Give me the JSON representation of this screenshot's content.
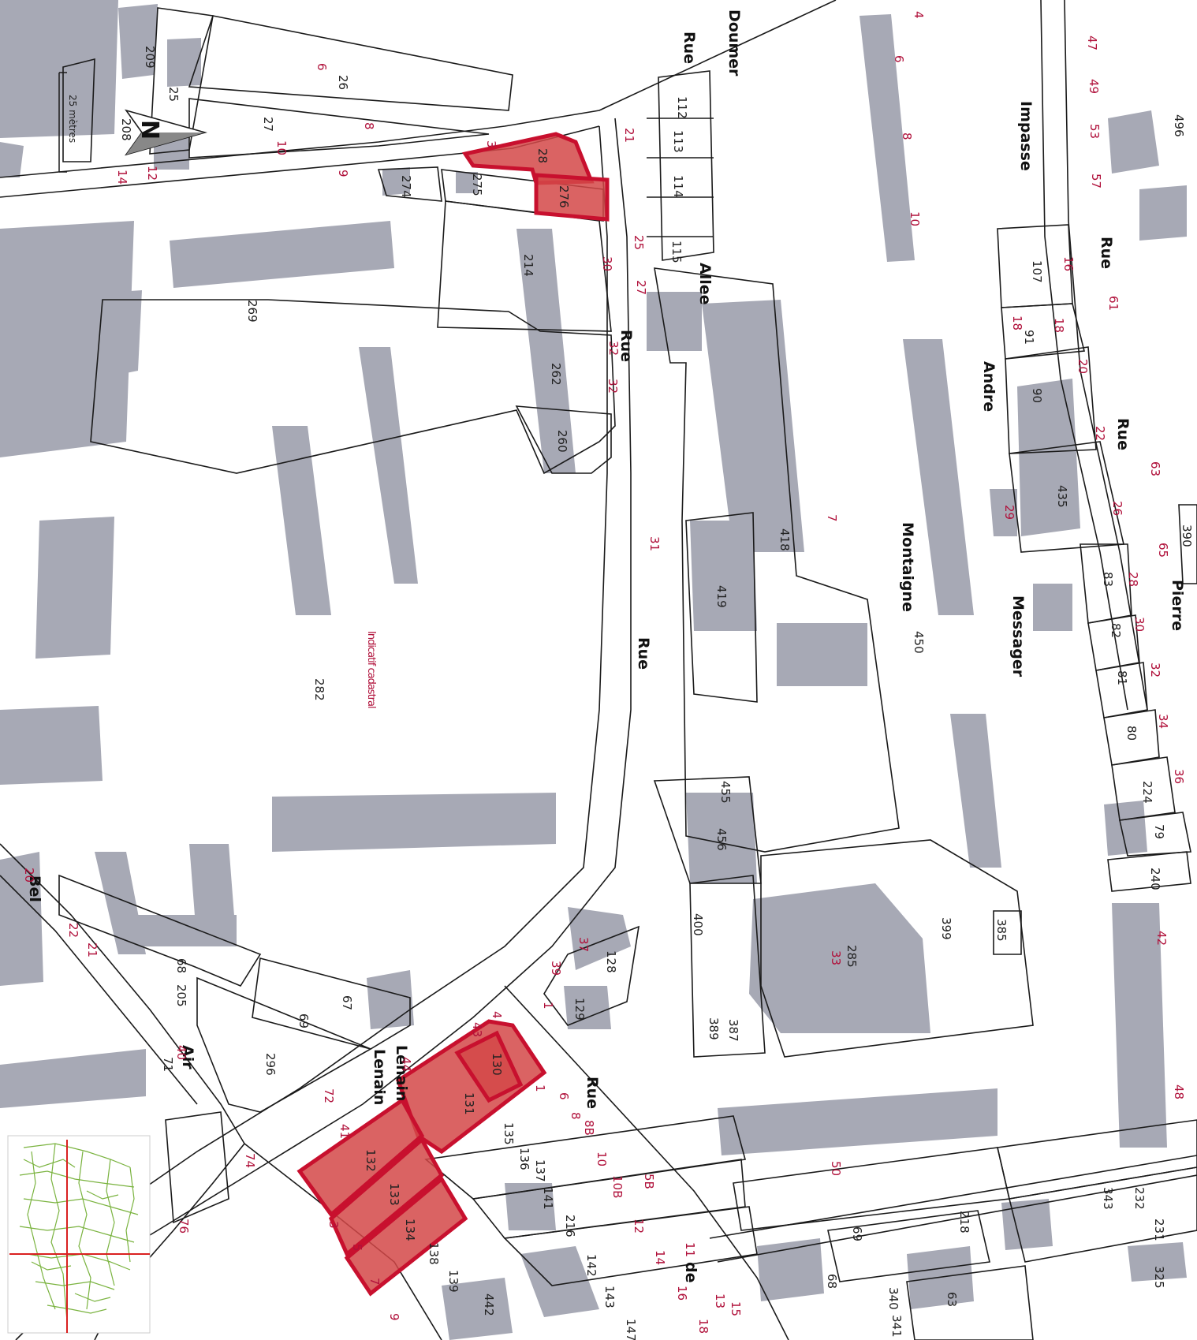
{
  "streets": {
    "doumer": "Doumer",
    "rue_top": "Rue",
    "rue_mid": "Rue",
    "rue_main": "Rue",
    "allee": "Allee",
    "montaigne": "Montaigne",
    "impasse": "Impasse",
    "rue_right": "Rue",
    "andre": "Andre",
    "rue_right2": "Rue",
    "messager": "Messager",
    "pierre": "Pierre",
    "bel": "Bel",
    "air": "Air",
    "lenain1": "Lenain",
    "lenain2": "Lenain",
    "rue_bottom": "Rue",
    "de": "de"
  },
  "parcels": [
    "209",
    "25",
    "26",
    "27",
    "208",
    "274",
    "275",
    "28",
    "276",
    "214",
    "269",
    "262",
    "260",
    "112",
    "113",
    "114",
    "115",
    "107",
    "91",
    "90",
    "435",
    "83",
    "82",
    "81",
    "80",
    "224",
    "79",
    "240",
    "418",
    "419",
    "450",
    "282",
    "455",
    "456",
    "400",
    "399",
    "385",
    "128",
    "129",
    "285",
    "389",
    "387",
    "390",
    "68",
    "205",
    "67",
    "69",
    "296",
    "71",
    "130",
    "131",
    "132",
    "133",
    "134",
    "135",
    "136",
    "137",
    "141",
    "216",
    "142",
    "143",
    "147",
    "138",
    "139",
    "442",
    "69",
    "218",
    "68",
    "340",
    "341",
    "63",
    "343",
    "232",
    "231",
    "325",
    "496"
  ],
  "house_numbers": [
    "6",
    "8",
    "10",
    "12",
    "14",
    "9",
    "3",
    "21",
    "25",
    "27",
    "30",
    "32",
    "32",
    "31",
    "4",
    "6",
    "8",
    "10",
    "47",
    "49",
    "53",
    "57",
    "61",
    "63",
    "65",
    "16",
    "18",
    "18",
    "20",
    "22",
    "26",
    "29",
    "28",
    "30",
    "32",
    "34",
    "36",
    "42",
    "48",
    "7",
    "33",
    "50",
    "37",
    "39",
    "1",
    "20",
    "22",
    "21",
    "40",
    "72",
    "74",
    "76",
    "4",
    "43",
    "6",
    "8",
    "8B",
    "10",
    "10B",
    "12",
    "14",
    "16",
    "18",
    "5B",
    "11",
    "13",
    "15",
    "41",
    "3",
    "5",
    "7",
    "9",
    "1",
    "44"
  ],
  "vertical_label": "Indicatif cadastral",
  "scale": {
    "label": "25 mètres"
  },
  "north": {
    "letter": "N"
  },
  "icons": [
    "north-arrow-icon",
    "scale-bar-icon",
    "overview-map-icon"
  ],
  "colors": {
    "highlight": "#d44848",
    "outline": "#c8102e",
    "building": "#a7a9b5",
    "number": "#b0103a"
  }
}
